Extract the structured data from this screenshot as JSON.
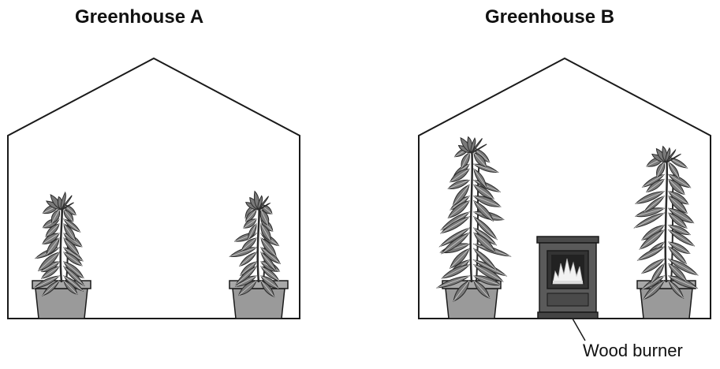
{
  "greenhouse_a": {
    "title": "Greenhouse A"
  },
  "greenhouse_b": {
    "title": "Greenhouse B"
  },
  "callout": {
    "label": "Wood burner"
  },
  "colors": {
    "outline": "#1a1a1a",
    "pot_fill": "#9a9a9a",
    "leaf_fill": "#7a7a7a",
    "leaf_stroke": "#2b2b2b",
    "stove_fill": "#5a5a5a",
    "fire_glow": "#f2f2f2"
  }
}
